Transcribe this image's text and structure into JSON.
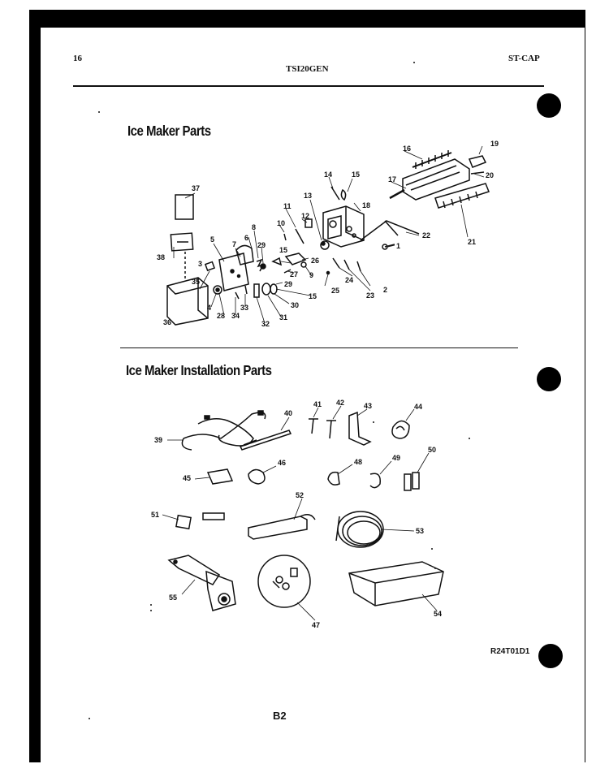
{
  "header": {
    "page_number": "16",
    "model": "TSI20GEN",
    "series": "ST-CAP"
  },
  "sections": [
    {
      "title": "Ice Maker Parts"
    },
    {
      "title": "Ice Maker Installation Parts"
    }
  ],
  "part_numbers_top": [
    "1",
    "2",
    "3",
    "4",
    "5",
    "6",
    "7",
    "8",
    "9",
    "10",
    "11",
    "12",
    "13",
    "14",
    "15",
    "15",
    "15",
    "16",
    "17",
    "18",
    "19",
    "20",
    "21",
    "22",
    "23",
    "24",
    "25",
    "26",
    "27",
    "28",
    "29",
    "29",
    "30",
    "31",
    "32",
    "33",
    "34",
    "35",
    "36",
    "37",
    "38"
  ],
  "part_numbers_bottom": [
    "39",
    "40",
    "41",
    "42",
    "43",
    "44",
    "45",
    "46",
    "47",
    "48",
    "49",
    "50",
    "51",
    "52",
    "53",
    "54",
    "55"
  ],
  "illustration_code": "R24T01D1",
  "footer": {
    "page_code": "B2"
  }
}
